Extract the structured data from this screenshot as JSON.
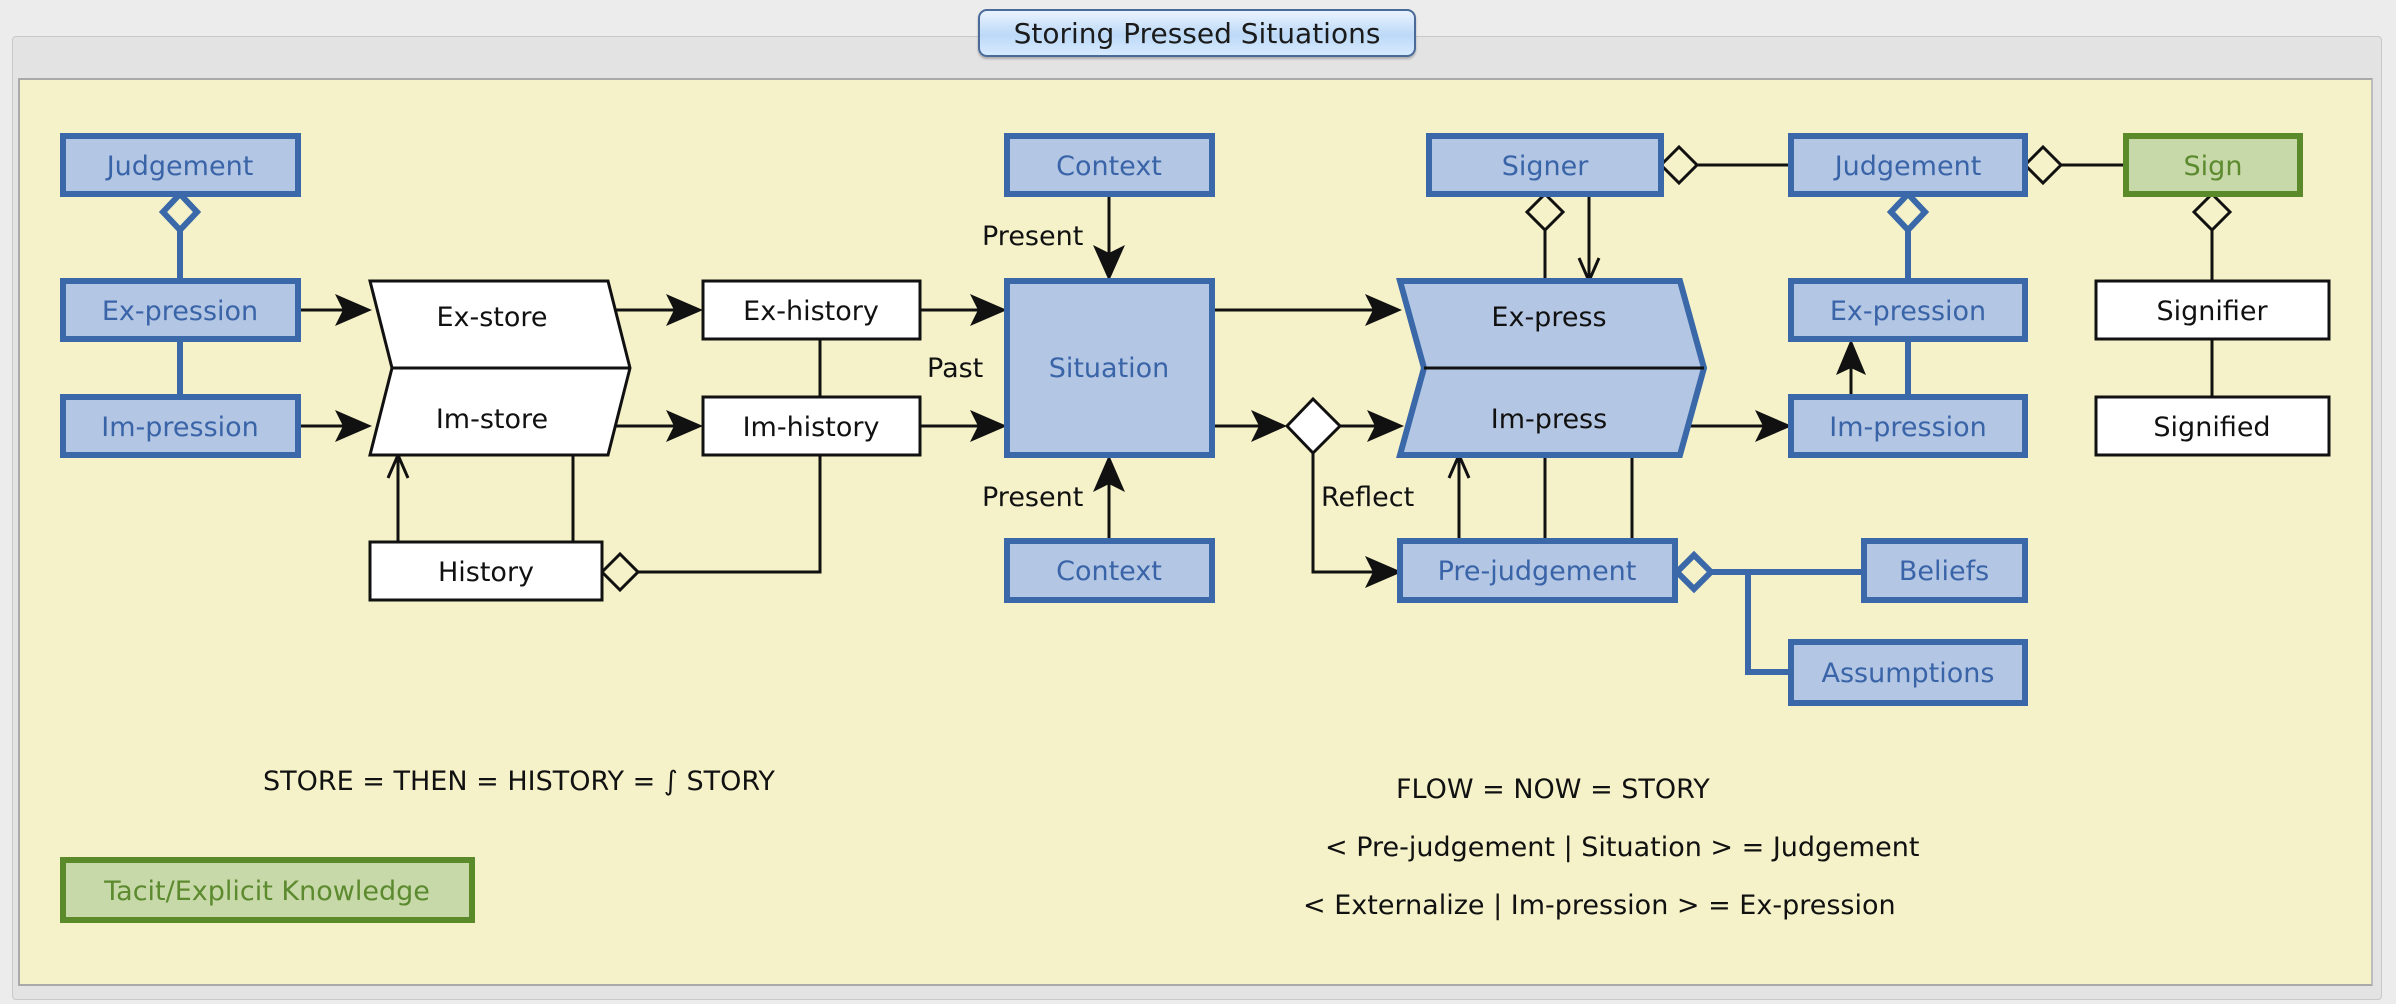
{
  "window": {
    "title": "Storing Pressed Situations"
  },
  "colors": {
    "panel_bg": "#f5f2c9",
    "blue_fill": "#b3c6e3",
    "blue_border": "#3a68a8",
    "green_fill": "#c7d8a9",
    "green_border": "#5a8a2a"
  },
  "nodes": {
    "judgement_left": "Judgement",
    "expression_left": "Ex-pression",
    "impression_left": "Im-pression",
    "ex_store": "Ex-store",
    "im_store": "Im-store",
    "history": "History",
    "ex_history": "Ex-history",
    "im_history": "Im-history",
    "context_top": "Context",
    "situation": "Situation",
    "context_bottom": "Context",
    "signer": "Signer",
    "ex_press": "Ex-press",
    "im_press": "Im-press",
    "pre_judgement": "Pre-judgement",
    "judgement_right": "Judgement",
    "expression_right": "Ex-pression",
    "impression_right": "Im-pression",
    "beliefs": "Beliefs",
    "assumptions": "Assumptions",
    "sign": "Sign",
    "signifier": "Signifier",
    "signified": "Signified",
    "tacit": "Tacit/Explicit Knowledge"
  },
  "edge_labels": {
    "present_top": "Present",
    "present_bottom": "Present",
    "past": "Past",
    "reflect": "Reflect"
  },
  "formulas": {
    "store": "STORE = THEN = HISTORY = ∫ STORY",
    "flow": "FLOW = NOW = STORY",
    "judgement": "< Pre-judgement | Situation >  =  Judgement",
    "expression": "< Externalize | Im-pression >  = Ex-pression"
  }
}
